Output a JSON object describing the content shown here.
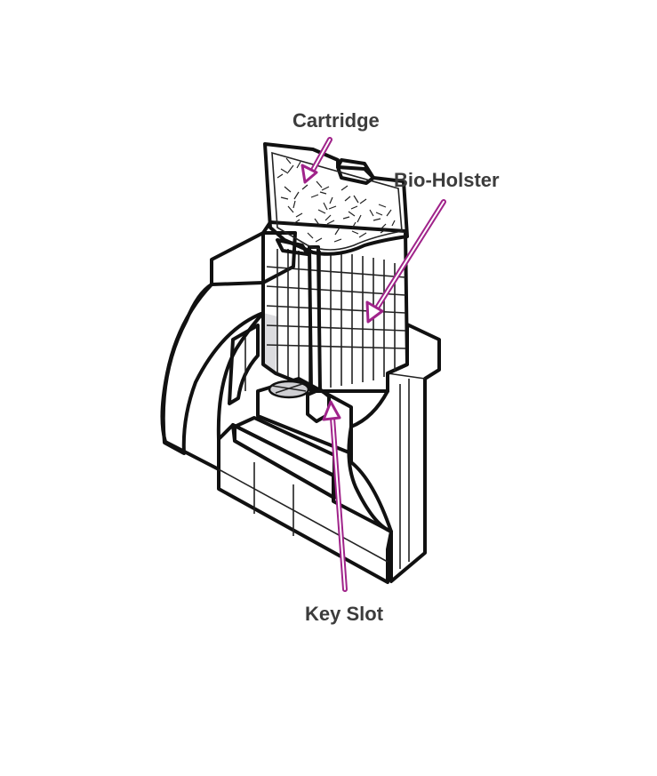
{
  "labels": {
    "cartridge": "Cartridge",
    "bio_holster": "Bio-Holster",
    "key_slot": "Key Slot"
  },
  "colors": {
    "arrow": "#a0238a",
    "outline": "#111111",
    "text": "#3c3c3c",
    "body_fill": "#f2f2f4",
    "shade": "#dcdcdf"
  }
}
